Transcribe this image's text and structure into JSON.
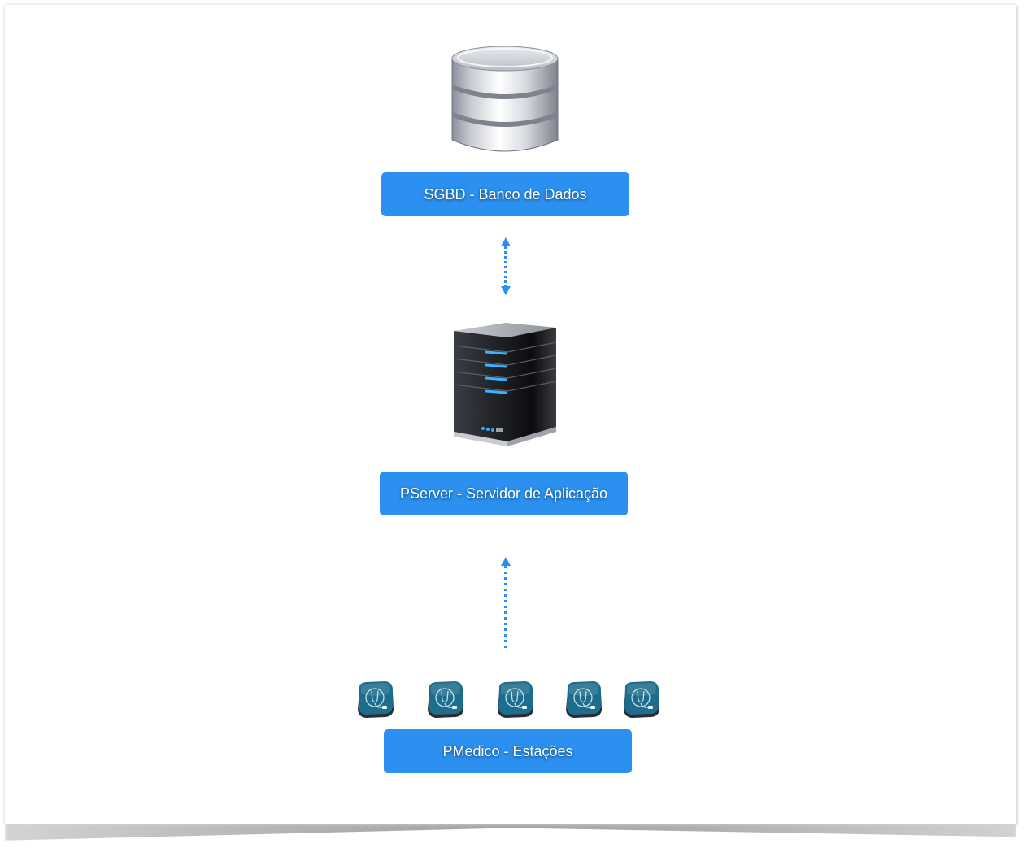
{
  "diagram": {
    "nodes": [
      {
        "id": "database",
        "icon": "database-icon",
        "label": "SGBD - Banco de Dados"
      },
      {
        "id": "app-server",
        "icon": "server-icon",
        "label": "PServer - Servidor de Aplicação"
      },
      {
        "id": "workstations",
        "icon": "pmedico-app-icon",
        "label": "PMedico - Estações",
        "icon_count": 5
      }
    ],
    "edges": [
      {
        "from": "database",
        "to": "app-server",
        "style": "dotted",
        "direction": "bidirectional"
      },
      {
        "from": "workstations",
        "to": "app-server",
        "style": "dotted",
        "direction": "up"
      }
    ],
    "colors": {
      "label_bg": "#2b90ef",
      "label_text": "#ffffff",
      "arrow": "#2b8ff0",
      "app_icon": "#1f6d8c"
    }
  }
}
